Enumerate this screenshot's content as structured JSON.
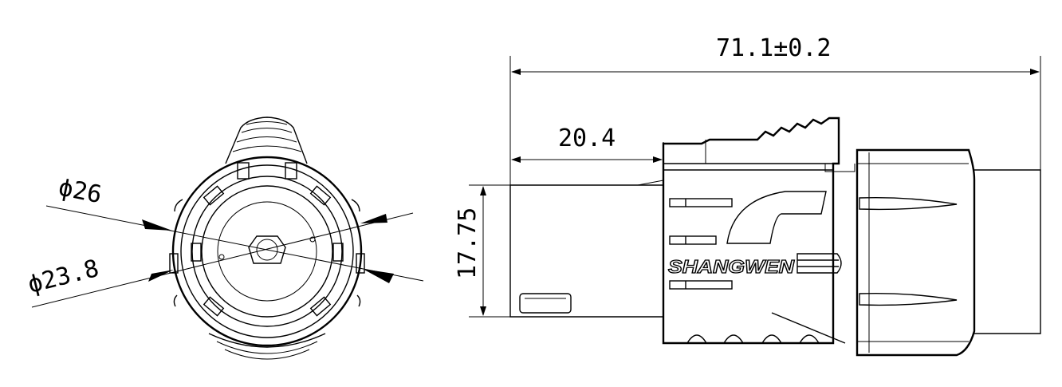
{
  "dimensions": {
    "overall_length": "71.1±0.2",
    "front_section_length": "20.4",
    "body_height": "17.75",
    "outer_diameter": "ϕ26",
    "inner_diameter": "ϕ23.8"
  },
  "brand": {
    "name": "SHANGWEN"
  },
  "colors": {
    "line": "#000000",
    "background": "#ffffff"
  }
}
